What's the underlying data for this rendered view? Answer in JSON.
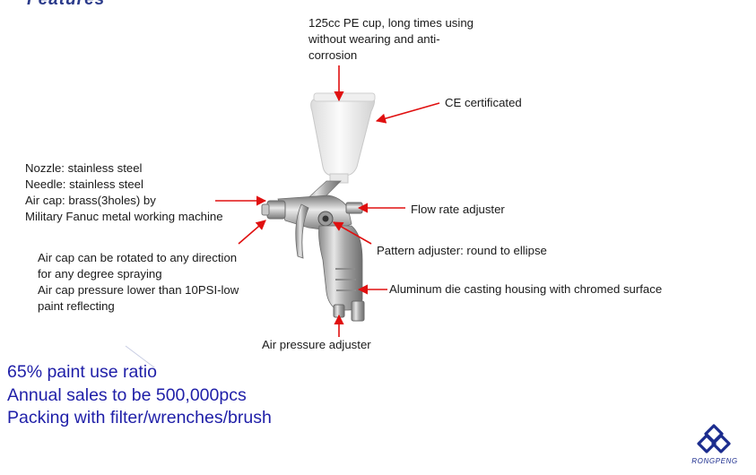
{
  "header": {
    "title": "Features"
  },
  "callouts": {
    "cup": [
      "125cc PE cup, long times using",
      "without wearing and anti-",
      "corrosion"
    ],
    "ce": [
      "CE certificated"
    ],
    "nozzle": [
      "Nozzle: stainless steel",
      "Needle: stainless steel",
      "Air cap: brass(3holes) by",
      "Military Fanuc metal working machine"
    ],
    "flow": [
      "Flow rate adjuster"
    ],
    "pattern": [
      "Pattern adjuster: round to ellipse"
    ],
    "aircap": [
      "Air cap can be rotated to any direction",
      "for any degree spraying",
      "Air cap pressure lower than 10PSI-low",
      "paint reflecting"
    ],
    "housing": [
      "Aluminum die casting housing with chromed surface"
    ],
    "pressure": [
      "Air pressure adjuster"
    ]
  },
  "features": [
    "65% paint use ratio",
    "Annual sales to be 500,000pcs",
    "Packing with filter/wrenches/brush"
  ],
  "brand": {
    "name": "RONGPENG",
    "colors": {
      "blue": "#1b2c8e",
      "arrow": "#e01010",
      "text_blue": "#1f1fa8"
    }
  },
  "icons": [
    "rongpeng-logo-icon",
    "spray-gun-icon"
  ]
}
